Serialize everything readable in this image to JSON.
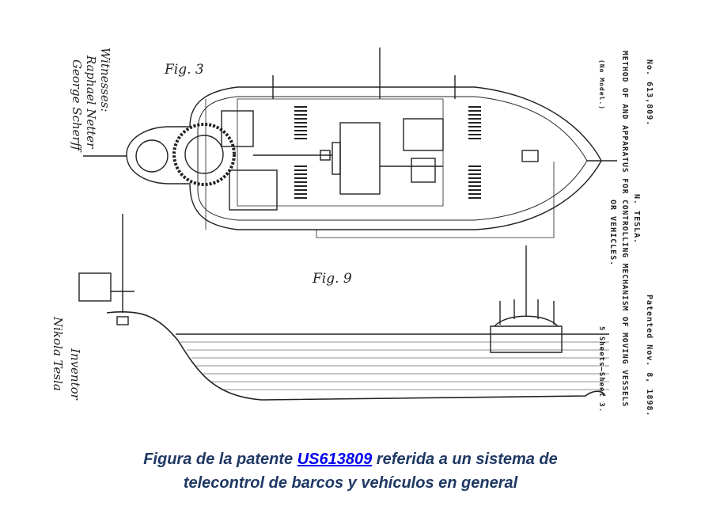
{
  "patent_header": {
    "number": "No. 613,809.",
    "date": "Patented Nov. 8, 1898.",
    "inventor": "N. TESLA.",
    "title_line1": "METHOD OF AND APPARATUS FOR CONTROLLING MECHANISM OF MOVING VESSELS",
    "title_line2": "OR VEHICLES.",
    "model": "(No Model.)",
    "sheets": "5 Sheets—Sheet 3."
  },
  "figures": {
    "fig3": "Fig. 3",
    "fig9": "Fig. 9"
  },
  "signatures": {
    "witnesses_label": "Witnesses:",
    "witness1": "Raphael Netter",
    "witness2": "George Scherff",
    "inventor_label": "Inventor",
    "inventor_name": "Nikola Tesla"
  },
  "caption": {
    "before": "Figura de la patente ",
    "link": "US613809",
    "after_line1": " referida a un sistema de",
    "line2": "telecontrol de barcos y vehículos en general"
  },
  "colors": {
    "caption": "#1f3864",
    "link": "#0000ee",
    "ink": "#222222"
  }
}
